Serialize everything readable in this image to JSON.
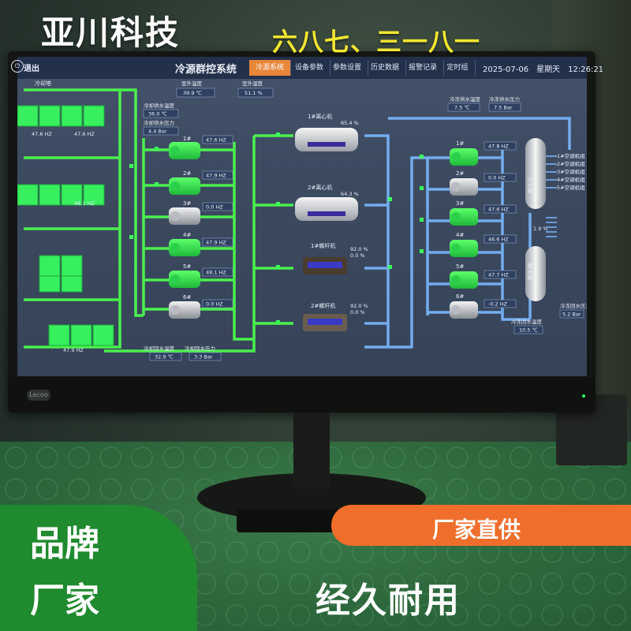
{
  "promo": {
    "company": "亚川科技",
    "date_slogan": "六八七、三一八一",
    "brand": "品牌",
    "factory": "厂家",
    "direct_supply": "厂家直供",
    "durable": "经久耐用"
  },
  "monitor": {
    "brand": "Lecoo"
  },
  "header": {
    "logout": "退出",
    "title": "冷源群控系统",
    "tabs": [
      "冷源系统",
      "设备参数",
      "参数设置",
      "历史数据",
      "报警记录",
      "定时组"
    ],
    "active_tab": 0,
    "date": "2025-07-06",
    "weekday": "星期天",
    "time": "12:26:21"
  },
  "cooling_tower": {
    "label": "冷却塔",
    "freqs": [
      "47.6 HZ",
      "48.1 HZ",
      "47.9 HZ"
    ]
  },
  "top_readings": {
    "wet_bulb_label": "室外温度",
    "wet_bulb": "39.9 ℃",
    "humidity_label": "室外湿度",
    "humidity": "51.1 %"
  },
  "cw_supply": {
    "label": "冷却供水温度",
    "value": "36.0 ℃",
    "pressure_label": "冷却供水压力",
    "pressure": "4.4 Bar"
  },
  "cw_return": {
    "label": "冷却回水温度",
    "value": "32.9 ℃",
    "pressure_label": "冷却回水压力",
    "pressure": "3.3 Bar"
  },
  "cooling_pumps": [
    {
      "name": "1#",
      "freq": "47.6 HZ"
    },
    {
      "name": "2#",
      "freq": "47.9 HZ"
    },
    {
      "name": "3#",
      "freq": "0.0 HZ"
    },
    {
      "name": "4#",
      "freq": "47.9 HZ"
    },
    {
      "name": "5#",
      "freq": "48.1 HZ"
    },
    {
      "name": "6#",
      "freq": "0.0 HZ"
    }
  ],
  "chillers": [
    {
      "name": "1#离心机",
      "load": "65.4 %"
    },
    {
      "name": "2#离心机",
      "load": "64.3 %"
    },
    {
      "name": "1#螺杆机",
      "load": "92.0 %",
      "load2": "0.0 %"
    },
    {
      "name": "2#螺杆机",
      "load": "92.0 %",
      "load2": "0.0 %"
    }
  ],
  "chw_supply": {
    "label": "冷冻供水温度",
    "value": "7.5 ℃",
    "pressure_label": "冷冻供水压力",
    "pressure": "7.5 Bar"
  },
  "chw_return": {
    "label": "冷冻回水温度",
    "value": "10.5 ℃",
    "pressure_label": "冷冻回水压力",
    "pressure": "5.2 Bar"
  },
  "chilled_pumps": [
    {
      "name": "1#",
      "freq": "47.8 HZ"
    },
    {
      "name": "2#",
      "freq": "0.0 HZ"
    },
    {
      "name": "3#",
      "freq": "47.6 HZ"
    },
    {
      "name": "4#",
      "freq": "46.6 HZ"
    },
    {
      "name": "5#",
      "freq": "47.7 HZ"
    },
    {
      "name": "6#",
      "freq": "-0.2 HZ"
    }
  ],
  "manifold": {
    "supply_label": "分水器",
    "return_label": "集水器",
    "bypass": "1.9 %",
    "branches": [
      "1#空调机组",
      "2#空调机组",
      "3#空调机组",
      "4#空调机组",
      "5#空调机组"
    ]
  }
}
